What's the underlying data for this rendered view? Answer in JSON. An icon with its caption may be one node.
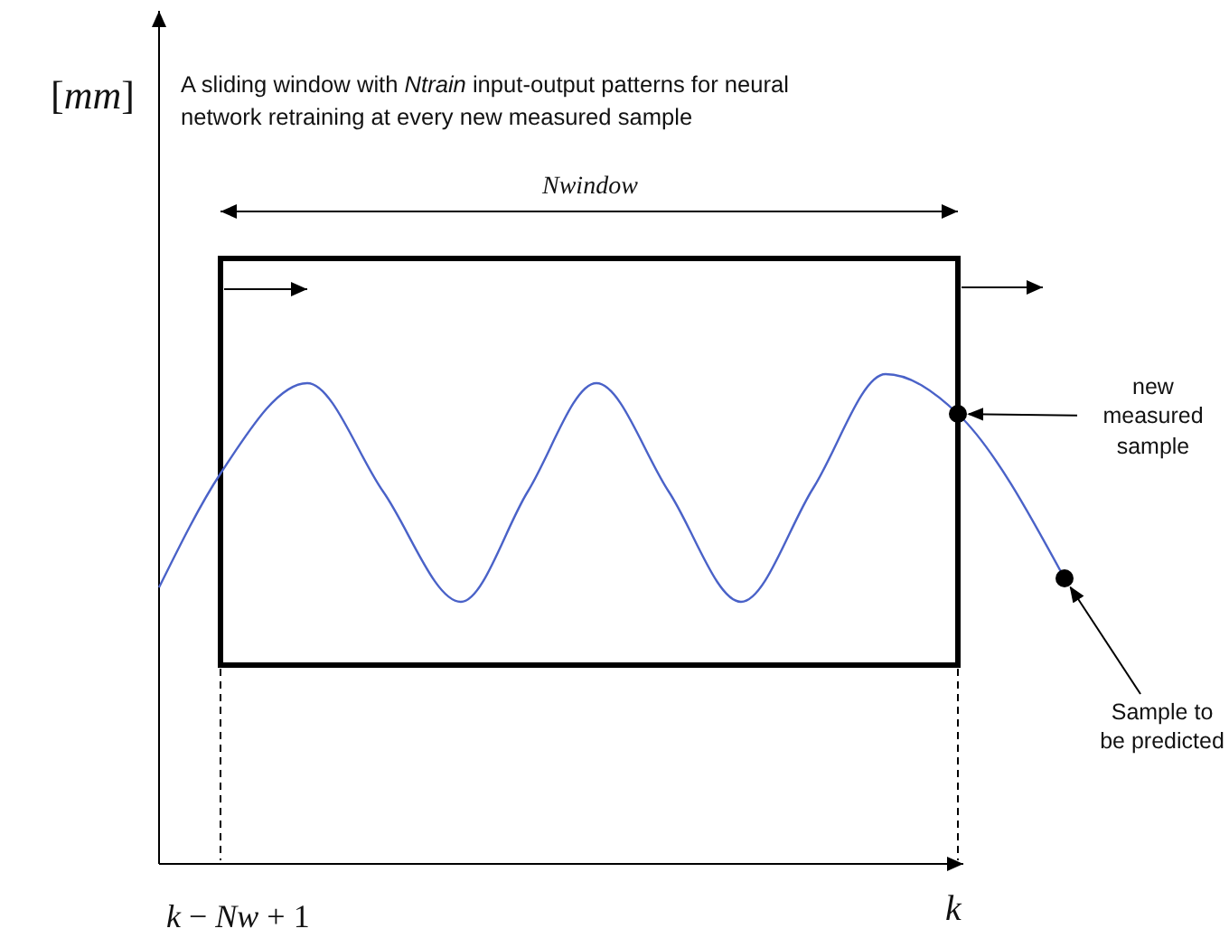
{
  "diagram": {
    "nodes": [
      {
        "text": [
          "new measured sample"
        ]
      },
      {
        "text": [],
        "shape": "circle"
      },
      {
        "text": [
          "Sample to be predicted"
        ]
      },
      {
        "text": [],
        "shape": "circle"
      }
    ],
    "edges": [
      {
        "from": 0,
        "to": 1,
        "arrow": "to"
      },
      {
        "from": 2,
        "to": 3,
        "arrow": "to"
      }
    ],
    "labels": [
      "[*mm*]",
      "A sliding window with *Ntrain* input-output patterns for neural network retraining at every new measured sample",
      "Nwindow",
      "*k* − *Nw* + 1",
      "k"
    ]
  }
}
